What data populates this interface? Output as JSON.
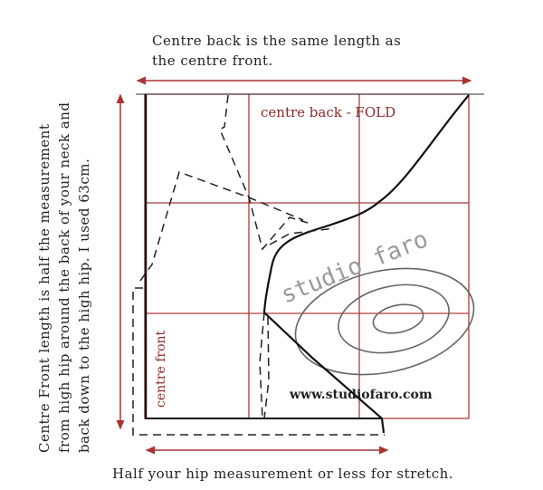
{
  "annotations": {
    "top_line1": "Centre back is the same length as",
    "top_line2": "the centre front.",
    "left_line1": "Centre Front length is half the measurement",
    "left_line2": "from high hip around the back of your neck and",
    "left_line3": "back down to the high hip.  I used 63cm.",
    "bottom": "Half your hip measurement or less for stretch."
  },
  "labels": {
    "centre_back": "centre back - FOLD",
    "centre_front": "centre front"
  },
  "watermark": {
    "brand": "studio faro",
    "url": "www.studiofaro.com"
  },
  "colors": {
    "grid": "#b03a3a",
    "arrow": "#a33",
    "ink": "#111"
  }
}
